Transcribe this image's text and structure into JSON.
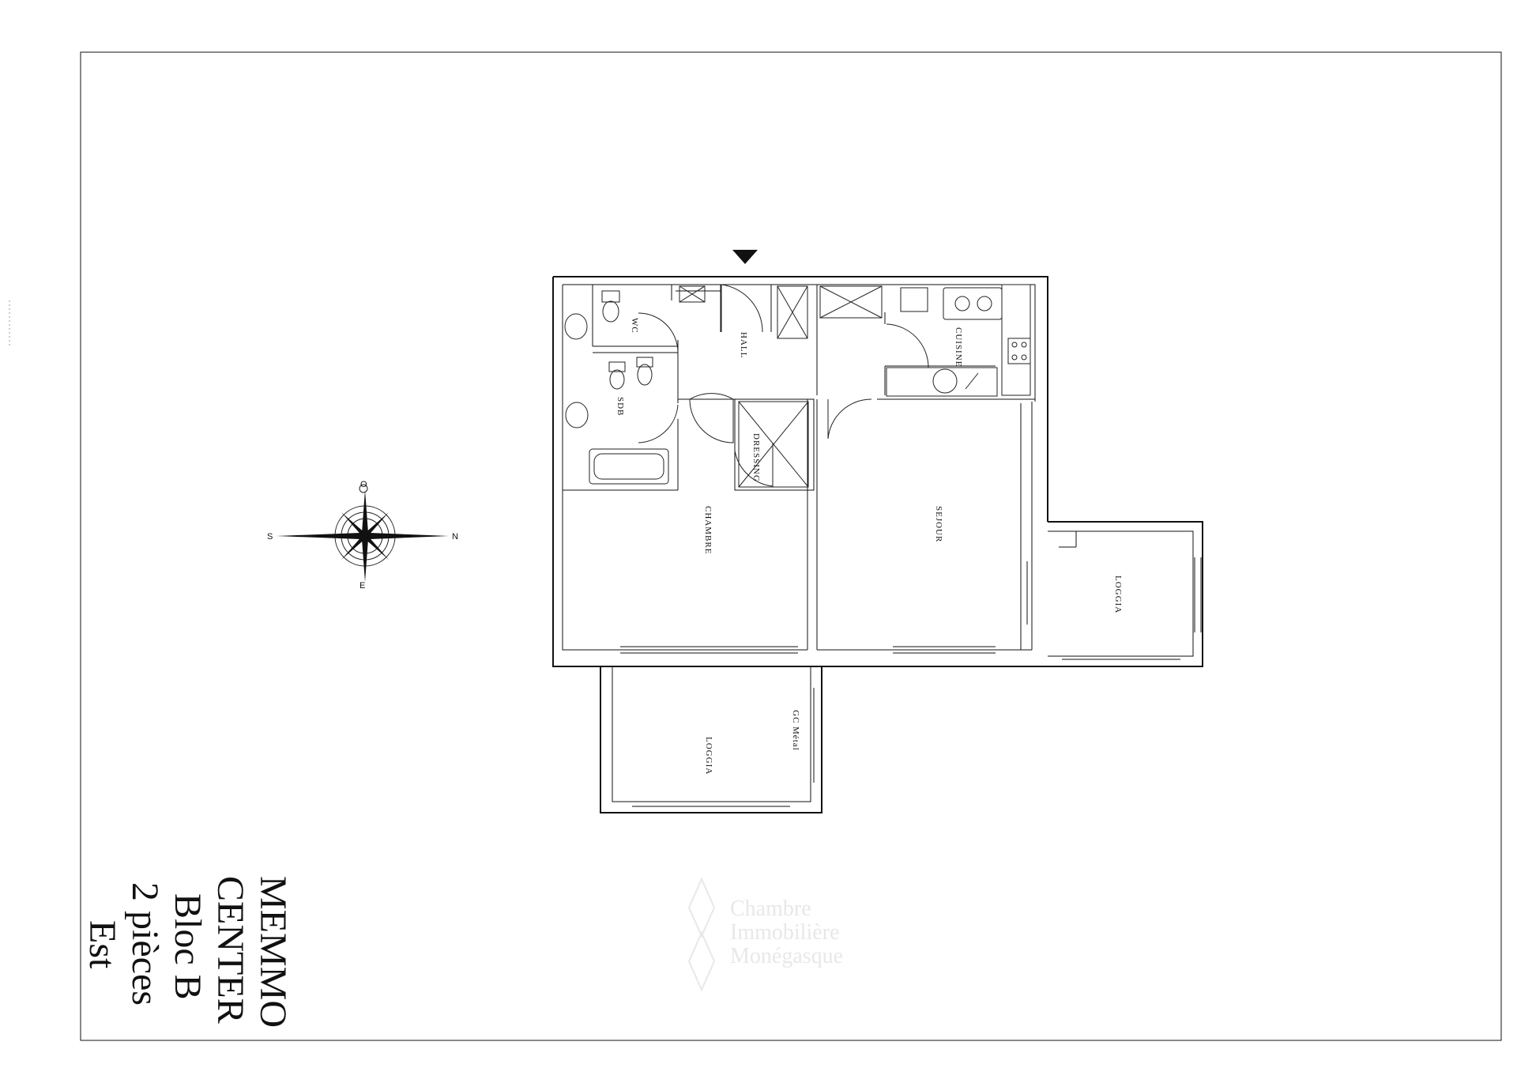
{
  "plan": {
    "rooms": {
      "wc": "WC",
      "hall": "HALL",
      "cuisine": "CUISINE",
      "sdb": "SDB",
      "dressing": "DRESSING",
      "chambre": "CHAMBRE",
      "sejour": "SEJOUR",
      "loggia_east": "LOGGIA",
      "loggia_south": "LOGGIA",
      "gc_metal": "GC Métal"
    }
  },
  "compass": {
    "north": "N",
    "south": "S",
    "east": "E",
    "west": "O"
  },
  "title": {
    "line1": "MEMMO",
    "line2": "CENTER",
    "line3": "Bloc B",
    "line4": "2 pièces",
    "line5": "Est"
  },
  "watermark": {
    "line1": "Chambre",
    "line2": "Immobilière",
    "line3": "Monégasque"
  },
  "colors": {
    "ink": "#111111",
    "background": "#ffffff",
    "watermark": "#e6e8ea"
  }
}
